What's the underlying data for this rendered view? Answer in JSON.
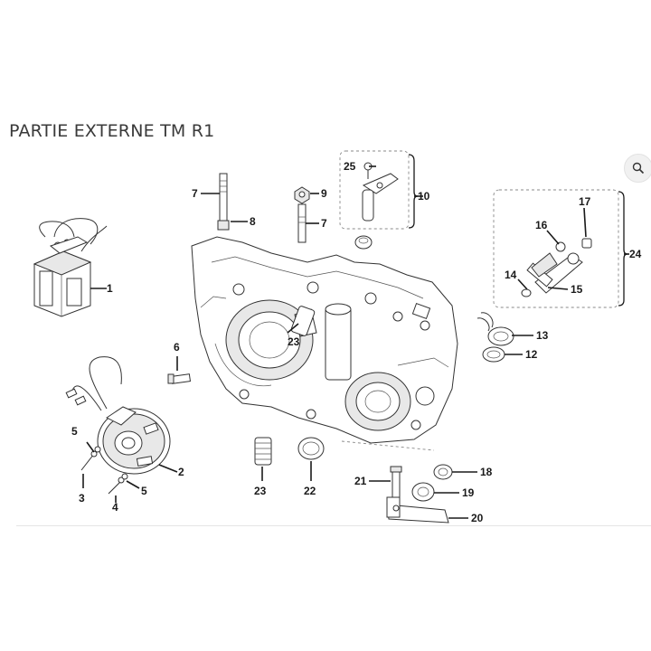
{
  "page": {
    "title": "PARTIE EXTERNE TM R1"
  },
  "zoom_icon": "magnifier-icon",
  "callouts": {
    "c1": "1",
    "c2": "2",
    "c3": "3",
    "c4": "4",
    "c5a": "5",
    "c5b": "5",
    "c6": "6",
    "c7a": "7",
    "c7b": "7",
    "c8": "8",
    "c9": "9",
    "c10": "10",
    "c12": "12",
    "c13": "13",
    "c14": "14",
    "c15": "15",
    "c16": "16",
    "c17": "17",
    "c18": "18",
    "c19": "19",
    "c20": "20",
    "c21": "21",
    "c22": "22",
    "c23a": "23",
    "c23b": "23",
    "c24": "24",
    "c25": "25"
  }
}
